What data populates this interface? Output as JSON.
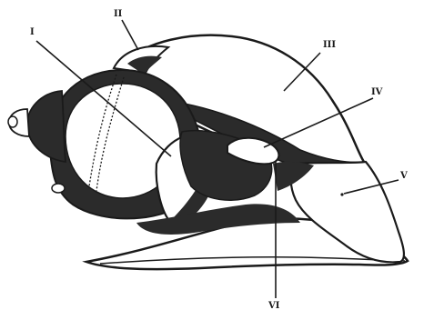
{
  "figure": {
    "labels": {
      "l1": "I",
      "l2": "II",
      "l3": "III",
      "l4": "IV",
      "l5": "V",
      "l6": "VI"
    },
    "colors": {
      "ink": "#1a1a1a",
      "paper": "#ffffff",
      "shade": "#2b2b2b"
    }
  }
}
